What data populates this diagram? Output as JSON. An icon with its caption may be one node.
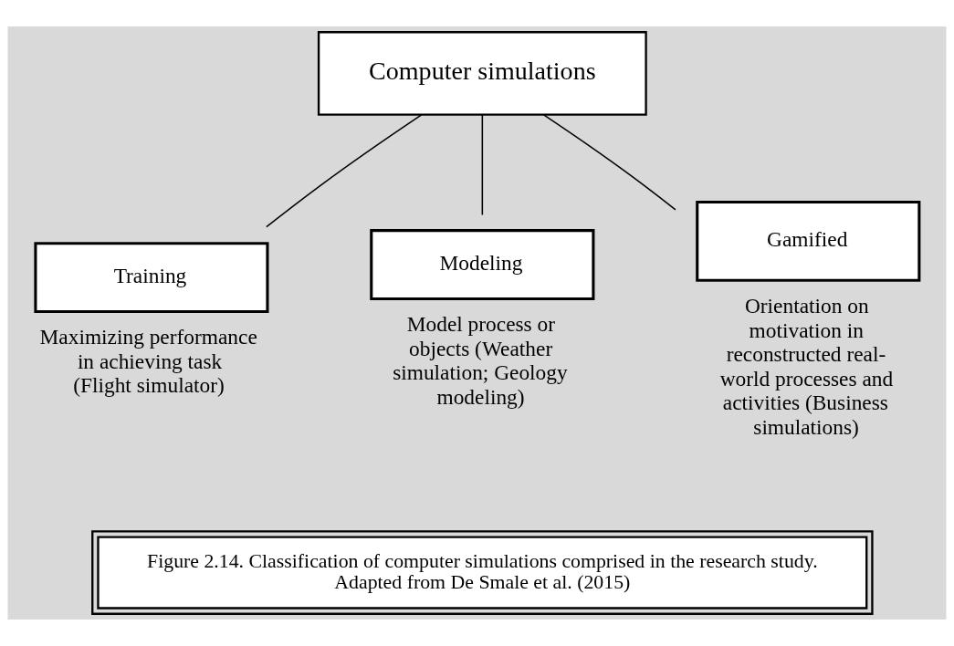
{
  "diagram": {
    "nodes": [
      {
        "text": [
          "Computer simulations"
        ]
      },
      {
        "text": [
          "Training"
        ],
        "beside": [
          "Maximizing performance in achieving task (Flight simulator)"
        ]
      },
      {
        "text": [
          "Modeling"
        ],
        "beside": [
          "Model process or objects (Weather simulation; Geology modeling)"
        ]
      },
      {
        "text": [
          "Gamified"
        ],
        "beside": [
          "Orientation on motivation in reconstructed real-world processes and activities (Business simulations)"
        ]
      },
      {
        "text": [
          "Figure 2.14. Classification of computer simulations comprised in the research study. Adapted from De Smale et al. (2015)"
        ]
      }
    ],
    "edges": [
      {
        "from": 0,
        "to": 1,
        "arrow": "none"
      },
      {
        "from": 0,
        "to": 2,
        "arrow": "none"
      },
      {
        "from": 0,
        "to": 3,
        "arrow": "none"
      }
    ]
  }
}
